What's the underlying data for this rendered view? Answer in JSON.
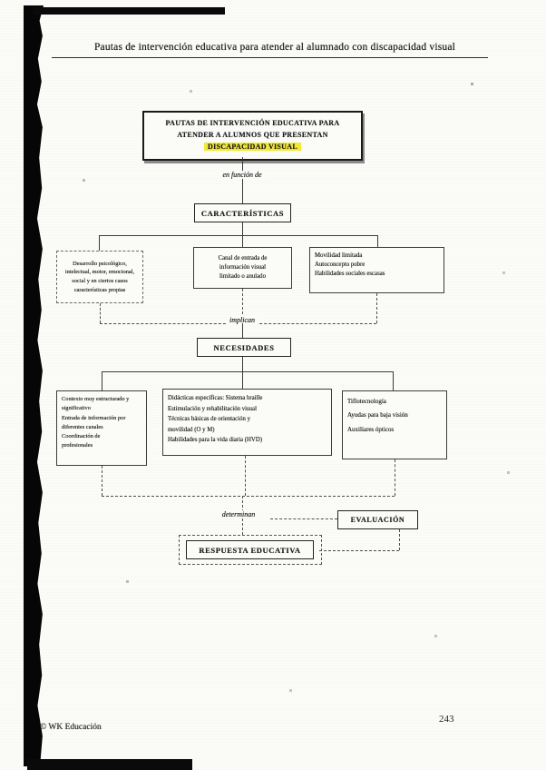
{
  "document": {
    "header": "Pautas de intervención educativa para atender al alumnado con discapacidad visual",
    "footer_copyright": "© WK Educación",
    "page_number": "243"
  },
  "flowchart": {
    "title": {
      "line1": "PAUTAS DE INTERVENCIÓN EDUCATIVA PARA",
      "line2": "ATENDER A ALUMNOS QUE PRESENTAN",
      "line3": "DISCAPACIDAD VISUAL"
    },
    "connectors": {
      "after_title": "en función de",
      "after_characteristics": "implican",
      "after_needs": "determinan"
    },
    "caracteristicas_label": "CARACTERÍSTICAS",
    "necesidades_label": "NECESIDADES",
    "respuesta_label": "RESPUESTA EDUCATIVA",
    "evaluacion_label": "EVALUACIÓN",
    "caracteristicas_boxes": {
      "left": [
        "Desarrollo psicológico,",
        "intelectual, motor, emocional,",
        "social y en ciertos casos",
        "características propias"
      ],
      "center": [
        "Canal de entrada de",
        "información visual",
        "limitado o anulado"
      ],
      "right": [
        "Movilidad limitada",
        "Autoconcepto pobre",
        "Habilidades sociales escasas"
      ]
    },
    "necesidades_boxes": {
      "left": [
        "Contexto muy estructurado y",
        "significativo",
        "Entrada de información por",
        "diferentes canales",
        "Coordinación de",
        "profesionales"
      ],
      "center": [
        "Didácticas específicas: Sistema braille",
        "Estimulación y rehabilitación visual",
        "Técnicas básicas de orientación y",
        "movilidad (O y M)",
        "Habilidades para la vida diaria (HVD)"
      ],
      "right": [
        "Tiflotecnología",
        "Ayudas para baja visión",
        "Auxiliares ópticos"
      ]
    }
  },
  "colors": {
    "highlight": "#f2e836",
    "ink": "#1c1c1c"
  }
}
